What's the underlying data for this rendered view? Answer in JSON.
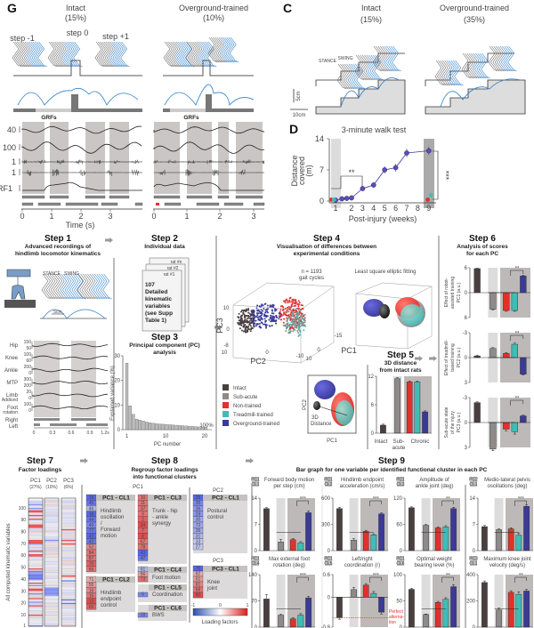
{
  "colors": {
    "intact": "#4a3f3f",
    "sub_acute": "#8e8a8a",
    "non_trained": "#e2302b",
    "treadmill": "#3fbdb5",
    "overground": "#3b3a98",
    "shade_light": "#dddcdc",
    "shade_dark": "#bdb9b8",
    "stick_gray": "#6d6a6a",
    "stick_blue": "#2f7fc8"
  },
  "panel_g": {
    "label": "G",
    "intact": {
      "title": "Intact",
      "pct": "(15%)"
    },
    "overground": {
      "title": "Overground-trained",
      "pct": "(10%)"
    },
    "steps": [
      "step -1",
      "step 0",
      "step +1"
    ],
    "grfs": "GRFs",
    "trace_labels": [
      "40",
      "100",
      "1",
      "1",
      "RF1"
    ],
    "time_ticks": [
      "0",
      "1",
      "2",
      "3"
    ],
    "time_label": "Time (s)"
  },
  "panel_c": {
    "label": "C",
    "intact": {
      "title": "Intact",
      "pct": "(15%)"
    },
    "overground": {
      "title": "Overground-trained",
      "pct": "(35%)"
    },
    "swing": "SWING",
    "stance": "STANCE",
    "scale_v": "5cm",
    "scale_h": "10cm"
  },
  "panel_d": {
    "label": "D"
  },
  "step1": {
    "title": "Step 1",
    "sub": [
      "Advanced recordings of",
      "hindlimb locomotor kinematics"
    ],
    "stance": "STANCE",
    "swing": "SWING",
    "scale": "5cm",
    "joints": [
      {
        "name": "Hip",
        "ticks": [
          "150",
          "50"
        ]
      },
      {
        "name": "Knee",
        "ticks": [
          "100",
          "60"
        ]
      },
      {
        "name": "Ankle",
        "ticks": [
          "200",
          "0"
        ]
      },
      {
        "name": "MTP",
        "ticks": [
          "300",
          "200"
        ]
      },
      {
        "name": "Limb",
        "sub": "Addiced",
        "ticks": [
          "20",
          "0"
        ]
      },
      {
        "name": "Foot",
        "sub": "rotation",
        "ticks": [
          "100",
          "0"
        ]
      }
    ],
    "right": "Right",
    "left": "Left",
    "time_ticks": [
      "0",
      "0.3",
      "0.6",
      "0.9",
      "1.2s"
    ]
  },
  "step2": {
    "title": "Step 2",
    "sub": "Individual data",
    "cards": [
      "rat #n",
      "rat #2",
      "rat #1"
    ],
    "card_text": [
      "107",
      "Detailed",
      "kinematic",
      "variables",
      "(see Supp",
      "Table 1)"
    ]
  },
  "step3": {
    "title": "Step 3",
    "sub": [
      "Principal component (PC)",
      "analysis"
    ]
  },
  "step4": {
    "title": "Step 4",
    "sub": [
      "Visualisation of differences between",
      "experimental conditions"
    ],
    "n_label": "n = 1193",
    "n_sub": "gait cycles",
    "fit_label": "Least square elliptic fitting",
    "axis_labels": {
      "pc1": "PC1",
      "pc2": "PC2",
      "pc3": "PC3"
    },
    "ticks": {
      "pc3": [
        "10",
        "0",
        "-8"
      ],
      "pc2": [
        "10",
        "0",
        "-10"
      ],
      "pc1": [
        "-15",
        "0",
        "10"
      ]
    },
    "legend": [
      "Intact",
      "Sub-acute",
      "Non-trained",
      "Treadmill-trained",
      "Overground-trained"
    ],
    "inset": {
      "pc1": "PC1",
      "pc2": "PC2",
      "dist": [
        "3D",
        "Distance"
      ]
    }
  },
  "step5": {
    "title": "Step 5",
    "sub": [
      "3D distance",
      "from intact rats"
    ],
    "groups": [
      "Intact",
      "Sub-",
      "acute",
      "Chronic"
    ],
    "sig": "**"
  },
  "step6": {
    "title": "Step 6",
    "sub": [
      "Analysis of scores",
      "for each PC"
    ]
  },
  "step7": {
    "title": "Step 7",
    "sub": "Factor loadings",
    "cols": [
      {
        "pc": "PC1",
        "pct": "(27%)"
      },
      {
        "pc": "PC2",
        "pct": "(10%)"
      },
      {
        "pc": "PC3",
        "pct": "(6%)"
      }
    ],
    "ylabel": "All computed kinematic variables",
    "yticks": [
      "100",
      "90",
      "80",
      "70",
      "60",
      "50",
      "40",
      "30",
      "20",
      "10",
      "1"
    ]
  },
  "step8": {
    "title": "Step 8",
    "sub": [
      "Regroup factor loadings",
      "into functional clusters"
    ],
    "pc_labels": [
      "PC1",
      "PC2",
      "PC3"
    ],
    "clusters": [
      {
        "name": "PC1 - CL1",
        "desc": [
          "Hindlimb",
          "oscillation",
          "/",
          "Forward",
          "motion"
        ],
        "vars": [
          "39",
          "45",
          "46",
          "38",
          "44",
          "40",
          "77",
          "41",
          "42",
          "52",
          "84",
          "87",
          "70",
          "66"
        ],
        "signs": [
          -0.8,
          -0.7,
          -0.3,
          -0.8,
          -0.7,
          -0.6,
          -0.7,
          -0.8,
          -0.7,
          0.5,
          0.6,
          0.6,
          0.7,
          0.6
        ]
      },
      {
        "name": "PC1 - CL2",
        "desc": [
          "Hindlimb",
          "endpoint",
          "control"
        ],
        "vars": [
          "71",
          "55",
          "16",
          "15",
          "13",
          "65"
        ],
        "signs": [
          0.3,
          0.4,
          0.5,
          0.6,
          0.8,
          0.7
        ]
      },
      {
        "name": "PC1 - CL3",
        "desc": [
          "Trunk - hip",
          "- ankle",
          "synergy"
        ],
        "vars": [
          "10",
          "11",
          "37",
          "9",
          "2",
          "34",
          "7",
          "8",
          "67",
          "78",
          "43",
          "47"
        ],
        "signs": [
          0.6,
          0.6,
          0.6,
          0.6,
          0.7,
          0.8,
          0.7,
          0.8,
          0.6,
          0.6,
          -0.8,
          -0.7
        ]
      },
      {
        "name": "PC1 - CL4",
        "desc": [
          "Foot motion"
        ],
        "vars": [
          "61",
          "56",
          "73"
        ],
        "signs": [
          -0.3,
          0.4,
          0.6
        ]
      },
      {
        "name": "PC1 - CL5",
        "desc": [
          "Coordination"
        ],
        "vars": [
          "6"
        ],
        "signs": [
          -0.6
        ]
      },
      {
        "name": "PC1 - CL6",
        "desc": [
          "BWS"
        ],
        "vars": [
          "28"
        ],
        "signs": [
          -0.6
        ]
      },
      {
        "name": "PC2 - CL1",
        "desc": [
          "Postural",
          "control"
        ],
        "vars": [
          "25",
          "35",
          "36",
          "29",
          "30",
          "72",
          "26",
          "31",
          "33",
          "27"
        ],
        "signs": [
          -0.8,
          -0.6,
          -0.5,
          -0.5,
          -0.4,
          -0.4,
          -0.4,
          -0.3,
          -0.2,
          -0.2
        ]
      },
      {
        "name": "PC3 - CL1",
        "desc": [
          "Knee",
          "joint"
        ],
        "vars": [
          "70",
          "82",
          "51",
          "81",
          "69",
          "80"
        ],
        "signs": [
          -0.8,
          0.3,
          0.4,
          0.5,
          0.6,
          0.8
        ]
      }
    ],
    "colorbar": {
      "ticks": [
        "-1",
        "0",
        "1"
      ],
      "label": "Loading factors"
    }
  },
  "step9": {
    "title": "Step 9",
    "sub": "Bar graph for one variable per identified functional cluster in each PC",
    "annotation": [
      "Perfect",
      "alterna-",
      "tion"
    ]
  },
  "chart_data": [
    {
      "id": "walk-test",
      "type": "line",
      "title": "3-minute walk test",
      "xlabel": "Post-injury (weeks)",
      "ylabel": [
        "Distance",
        "covered",
        "(m)"
      ],
      "ylim": [
        0,
        14
      ],
      "yticks": [
        "0",
        "7",
        "14"
      ],
      "xticks": [
        "1",
        "2",
        "3",
        "4",
        "5",
        "6",
        "7",
        "8",
        "9"
      ],
      "series": [
        {
          "name": "Overground-trained",
          "x": [
            1,
            1.4,
            1.7,
            2,
            3,
            4,
            5,
            6,
            7,
            9
          ],
          "y": [
            0.2,
            0.5,
            0.6,
            0.7,
            2.8,
            3.6,
            7,
            7.5,
            10.8,
            11.3
          ],
          "err": [
            0.2,
            0.3,
            0.3,
            0.3,
            0.5,
            0.6,
            0.8,
            0.9,
            1.0,
            0.9
          ]
        },
        {
          "name": "Non-trained",
          "x": [
            0.6,
            8.9
          ],
          "y": [
            0.3,
            0.3
          ]
        },
        {
          "name": "Treadmill-trained",
          "x": [
            0.85,
            9.2
          ],
          "y": [
            0.3,
            1.3
          ]
        }
      ],
      "sig": [
        "**",
        "***"
      ]
    },
    {
      "id": "explained-variance",
      "type": "bar",
      "xlabel": "PC number",
      "ylabel": "Explained variance (%)",
      "ylim": [
        0,
        30
      ],
      "yticks": [
        "0",
        "10",
        "20",
        "30"
      ],
      "xticks": [
        "1",
        "10",
        "20"
      ],
      "annotation": "100%",
      "values": [
        27,
        9.7,
        6.2,
        4.3,
        3.9,
        3.5,
        3.1,
        2.8,
        2.6,
        2.4,
        2.3,
        2.2,
        2.1,
        2.0,
        1.9,
        1.8,
        1.7,
        1.6,
        1.5,
        1.4,
        1.3,
        1.2,
        1.1,
        1.0,
        1.0
      ]
    },
    {
      "id": "3d-distance",
      "type": "bar",
      "categories": [
        "Intact",
        "Sub-acute",
        "Non-trained",
        "Treadmill-trained",
        "Overground-trained"
      ],
      "ylim": [
        0,
        12
      ],
      "yticks": [
        "0",
        "6",
        "12"
      ],
      "values": [
        1.7,
        11.5,
        10.8,
        10.8,
        4.5
      ],
      "errors": [
        0.2,
        0.2,
        0.2,
        0.2,
        0.2
      ]
    },
    {
      "id": "pc1-scores",
      "type": "bar",
      "ylabel": [
        "Effect of robot-",
        "assisted training",
        "PC1 (a.u.)"
      ],
      "ylim": [
        -6,
        6
      ],
      "yticks": [
        "6",
        "0",
        "6"
      ],
      "values": [
        5.8,
        -4.0,
        -4.3,
        -4.3,
        4.0
      ],
      "errors": [
        0.1,
        0.2,
        0.2,
        0.2,
        0.2
      ],
      "sig": "**"
    },
    {
      "id": "pc2-scores",
      "type": "bar",
      "ylabel": [
        "Effect of treadmill-",
        "based training",
        "PC2 (a.u.)"
      ],
      "ylim": [
        -3,
        3
      ],
      "yticks": [
        "3",
        "0",
        "-3"
      ],
      "values": [
        0.2,
        1.1,
        0.5,
        1.6,
        -2.0
      ],
      "errors": [
        0.1,
        0.1,
        0.1,
        0.15,
        0.1
      ],
      "sig": "**"
    },
    {
      "id": "pc3-scores",
      "type": "bar",
      "ylabel": [
        "Sub-acute state",
        "of the injury",
        "PC3 (a.u.)"
      ],
      "ylim": [
        -3,
        3
      ],
      "yticks": [
        "3",
        "0",
        "-3"
      ],
      "values": [
        2.4,
        -3.2,
        -0.8,
        -1.1,
        0.8
      ],
      "errors": [
        0.1,
        0.2,
        0.2,
        0.3,
        0.1
      ],
      "sig": "**"
    },
    {
      "id": "s9-forward-motion",
      "type": "bar",
      "badge": [
        "PC1",
        "CL1"
      ],
      "title": [
        "Forward body motion",
        "per step (cm)"
      ],
      "ylim": [
        0,
        14
      ],
      "yticks": [
        "0",
        "7",
        "14"
      ],
      "values": [
        11.2,
        2.3,
        2.9,
        2.1,
        10.1
      ],
      "errors": [
        0.3,
        0.7,
        0.3,
        0.3,
        0.5
      ],
      "sig": "***"
    },
    {
      "id": "s9-endpoint-accel",
      "type": "bar",
      "badge": [
        "PC1",
        "CL2"
      ],
      "title": [
        "Hindlimb endpoint",
        "acceleration (cm/s)"
      ],
      "ylim": [
        0,
        600
      ],
      "yticks": [
        "0",
        "300",
        "600"
      ],
      "values": [
        480,
        120,
        220,
        180,
        420
      ],
      "errors": [
        15,
        20,
        12,
        12,
        12
      ],
      "sig": "***"
    },
    {
      "id": "s9-ankle-amplitude",
      "type": "bar",
      "badge": [
        "PC1",
        "CL3"
      ],
      "title": [
        "Amplitude of",
        "ankle joint (deg)"
      ],
      "ylim": [
        0,
        120
      ],
      "yticks": [
        "0",
        "60",
        "120"
      ],
      "values": [
        98,
        58,
        52,
        54,
        96
      ],
      "errors": [
        2,
        2,
        2,
        3,
        3
      ],
      "sig": "**"
    },
    {
      "id": "s9-pelvis-osc",
      "type": "bar",
      "badge": [
        "PC2",
        "CL1"
      ],
      "title": [
        "Medio-lateral pelvis",
        "oscillations (deg)"
      ],
      "ylim": [
        0,
        14
      ],
      "yticks": [
        "0",
        "7",
        "14"
      ],
      "values": [
        6.4,
        5.6,
        5.8,
        4.1,
        11.8
      ],
      "errors": [
        0.3,
        0.2,
        0.3,
        0.6,
        0.4
      ],
      "sig": "***"
    },
    {
      "id": "s9-foot-rotation",
      "type": "bar",
      "badge": [
        "PC1",
        "CL4"
      ],
      "title": [
        "Max external foot",
        "rotation (deg)"
      ],
      "ylim": [
        0,
        140
      ],
      "yticks": [
        "0",
        "70",
        "140"
      ],
      "values": [
        75,
        32,
        22,
        32,
        78
      ],
      "errors": [
        12,
        2,
        3,
        4,
        4
      ],
      "sig": "***"
    },
    {
      "id": "s9-lr-coordination",
      "type": "bar",
      "badge": [
        "PC1",
        "CL5"
      ],
      "title": [
        "Left/right",
        "coordination (r)"
      ],
      "ylim": [
        -0.8,
        0.6
      ],
      "yticks": [
        "-0.8",
        "0",
        "0.6"
      ],
      "values": [
        -0.55,
        0.2,
        0.32,
        0.1,
        -0.4
      ],
      "errors": [
        0.04,
        0.06,
        0.04,
        0.05,
        0.05
      ],
      "sig": "***",
      "reference": -0.55
    },
    {
      "id": "s9-weight-bearing",
      "type": "bar",
      "badge": [
        "PC1",
        "CL6"
      ],
      "title": [
        "Optimal weight",
        "bearing level (%)"
      ],
      "ylim": [
        0,
        100
      ],
      "yticks": [
        "0",
        "50",
        "100"
      ],
      "values": [
        72,
        24,
        47,
        53,
        77
      ],
      "errors": [
        2,
        1,
        2,
        3,
        4
      ],
      "sig": "**"
    },
    {
      "id": "s9-knee-velocity",
      "type": "bar",
      "badge": [
        "PC3",
        "CL1"
      ],
      "title": [
        "Maximum knee joint",
        "velocity (deg/s)"
      ],
      "ylim": [
        0,
        400
      ],
      "yticks": [
        "0",
        "200",
        "400"
      ],
      "values": [
        340,
        130,
        265,
        250,
        275
      ],
      "errors": [
        12,
        15,
        12,
        20,
        12
      ],
      "sig": "**"
    }
  ]
}
